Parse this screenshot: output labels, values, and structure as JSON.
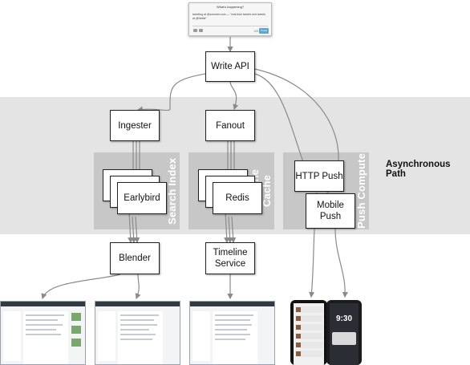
{
  "tweet_box": {
    "title": "What's happening?",
    "text": "tweeting at @sorcerer.com — \"real-time tweets and tweets at @Nettle\"",
    "char_count": "105",
    "button": "Tweet"
  },
  "nodes": {
    "write_api": "Write API",
    "ingester": "Ingester",
    "fanout": "Fanout",
    "earlybird": "Earlybird",
    "redis": "Redis",
    "http_push": "HTTP Push",
    "mobile_push": "Mobile\nPush",
    "blender": "Blender",
    "timeline_service": "Timeline\nService"
  },
  "groups": {
    "search_index": "Search Index",
    "timeline_cache": "Timeline Cache",
    "push_compute": "Push Compute"
  },
  "async_path_label": "Asynchronous Path",
  "phone_lock_time": "9:30",
  "colors": {
    "band": "#e4e4e4",
    "group": "#c7c7c7",
    "arrow": "#8a8a8a",
    "node_border": "#222222"
  }
}
